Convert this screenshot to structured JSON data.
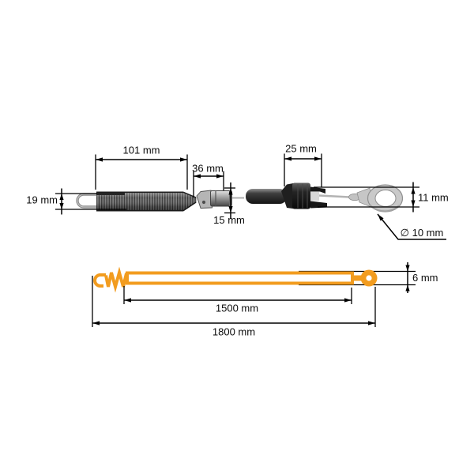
{
  "diagram": {
    "type": "technical-dimension-drawing",
    "subject": "bowden cable with tension spring, adjuster, end fitting and eyelet",
    "accent_color": "#F29C1F",
    "line_color": "#000000",
    "background_color": "#FFFFFF",
    "views": {
      "detail_left": {
        "labels": {
          "spring_length": "101 mm",
          "adjuster_offset": "36 mm",
          "hook_height": "19 mm",
          "connector_height": "15 mm"
        }
      },
      "detail_right": {
        "labels": {
          "fitting_length": "25 mm",
          "eyelet_height": "11 mm",
          "eyelet_hole_diameter": "∅ 10 mm"
        }
      },
      "schematic": {
        "labels": {
          "cable_thickness": "6 mm",
          "inner_length": "1500 mm",
          "total_length": "1800 mm"
        }
      }
    }
  }
}
